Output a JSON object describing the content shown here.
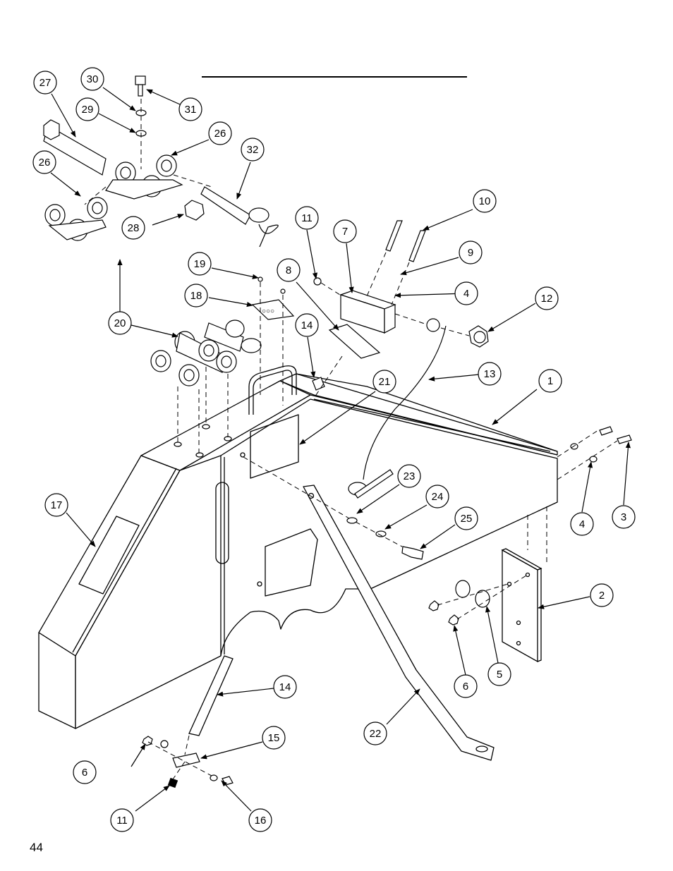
{
  "page": {
    "number": "44"
  },
  "title_rule": true,
  "callouts": [
    {
      "id": "c1",
      "label": "1"
    },
    {
      "id": "c2",
      "label": "2"
    },
    {
      "id": "c3",
      "label": "3"
    },
    {
      "id": "c4a",
      "label": "4"
    },
    {
      "id": "c4b",
      "label": "4"
    },
    {
      "id": "c5",
      "label": "5"
    },
    {
      "id": "c6a",
      "label": "6"
    },
    {
      "id": "c6b",
      "label": "6"
    },
    {
      "id": "c7",
      "label": "7"
    },
    {
      "id": "c8",
      "label": "8"
    },
    {
      "id": "c9",
      "label": "9"
    },
    {
      "id": "c10",
      "label": "10"
    },
    {
      "id": "c11a",
      "label": "11"
    },
    {
      "id": "c11b",
      "label": "11"
    },
    {
      "id": "c12",
      "label": "12"
    },
    {
      "id": "c13",
      "label": "13"
    },
    {
      "id": "c14a",
      "label": "14"
    },
    {
      "id": "c14b",
      "label": "14"
    },
    {
      "id": "c15",
      "label": "15"
    },
    {
      "id": "c16",
      "label": "16"
    },
    {
      "id": "c17",
      "label": "17"
    },
    {
      "id": "c18",
      "label": "18"
    },
    {
      "id": "c19",
      "label": "19"
    },
    {
      "id": "c20",
      "label": "20"
    },
    {
      "id": "c21",
      "label": "21"
    },
    {
      "id": "c22",
      "label": "22"
    },
    {
      "id": "c23",
      "label": "23"
    },
    {
      "id": "c24",
      "label": "24"
    },
    {
      "id": "c25",
      "label": "25"
    },
    {
      "id": "c26a",
      "label": "26"
    },
    {
      "id": "c26b",
      "label": "26"
    },
    {
      "id": "c27",
      "label": "27"
    },
    {
      "id": "c28",
      "label": "28"
    },
    {
      "id": "c29",
      "label": "29"
    },
    {
      "id": "c30",
      "label": "30"
    },
    {
      "id": "c31",
      "label": "31"
    },
    {
      "id": "c32",
      "label": "32"
    }
  ]
}
